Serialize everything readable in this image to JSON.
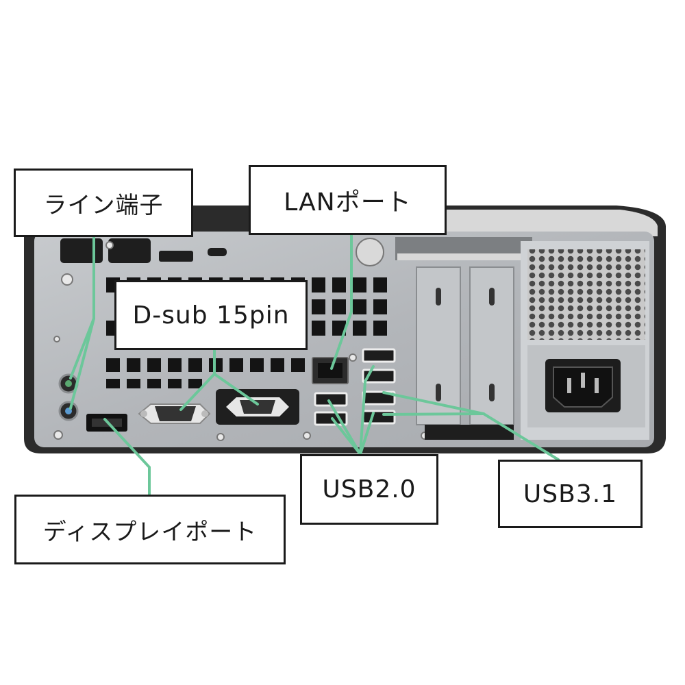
{
  "labels": {
    "line_terminal": "ライン端子",
    "lan_port": "LANポート",
    "dsub": "D-sub 15pin",
    "usb2": "USB2.0",
    "usb31": "USB3.1",
    "display_port": "ディスプレイポート"
  },
  "colors": {
    "leader_line": "#6cc79a",
    "chassis_dark": "#2a2a2a",
    "panel_metal": "#b9bcc0",
    "label_border": "#1a1a1a"
  },
  "icons": [
    "audio-jack-icon",
    "lan-port-icon",
    "vga-port-icon",
    "usb-port-icon",
    "displayport-icon",
    "power-socket-icon",
    "screw-icon",
    "fan-grille-icon"
  ]
}
